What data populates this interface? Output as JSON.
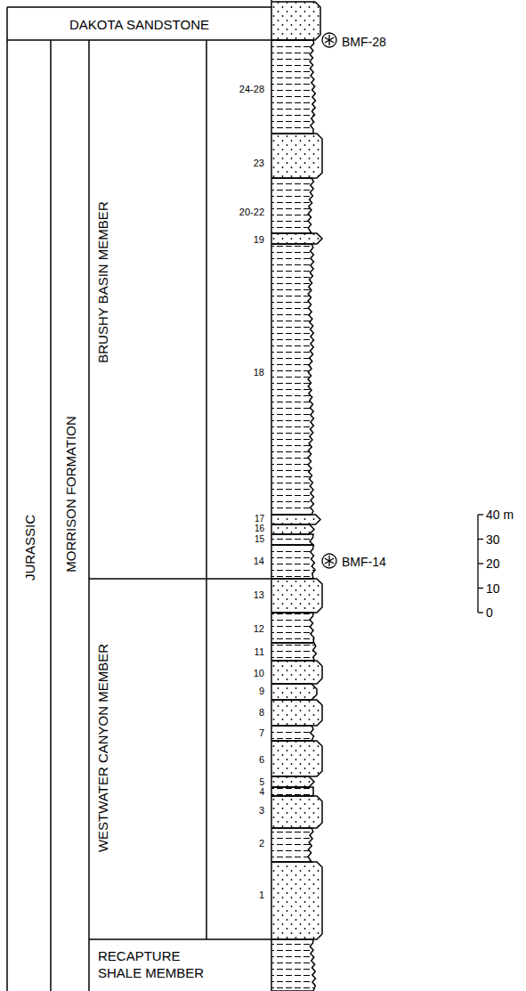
{
  "diagram": {
    "nodes": [
      {
        "text": [
          "DAKOTA SANDSTONE"
        ]
      },
      {
        "text": [
          "JURASSIC"
        ]
      },
      {
        "text": [
          "MORRISON FORMATION"
        ]
      },
      {
        "text": [
          "BRUSHY BASIN MEMBER"
        ]
      },
      {
        "text": [
          "WESTWATER CANYON MEMBER"
        ]
      },
      {
        "text": [
          "RECAPTURE SHALE MEMBER"
        ]
      }
    ],
    "labels": [
      "24-28",
      "23",
      "20-22",
      "19",
      "18",
      "17",
      "16",
      "15",
      "14",
      "13",
      "12",
      "11",
      "10",
      "9",
      "8",
      "7",
      "6",
      "5",
      "4",
      "3",
      "2",
      "1",
      "BMF-28",
      "BMF-14",
      "40 m",
      "30",
      "20",
      "10",
      "0"
    ]
  }
}
